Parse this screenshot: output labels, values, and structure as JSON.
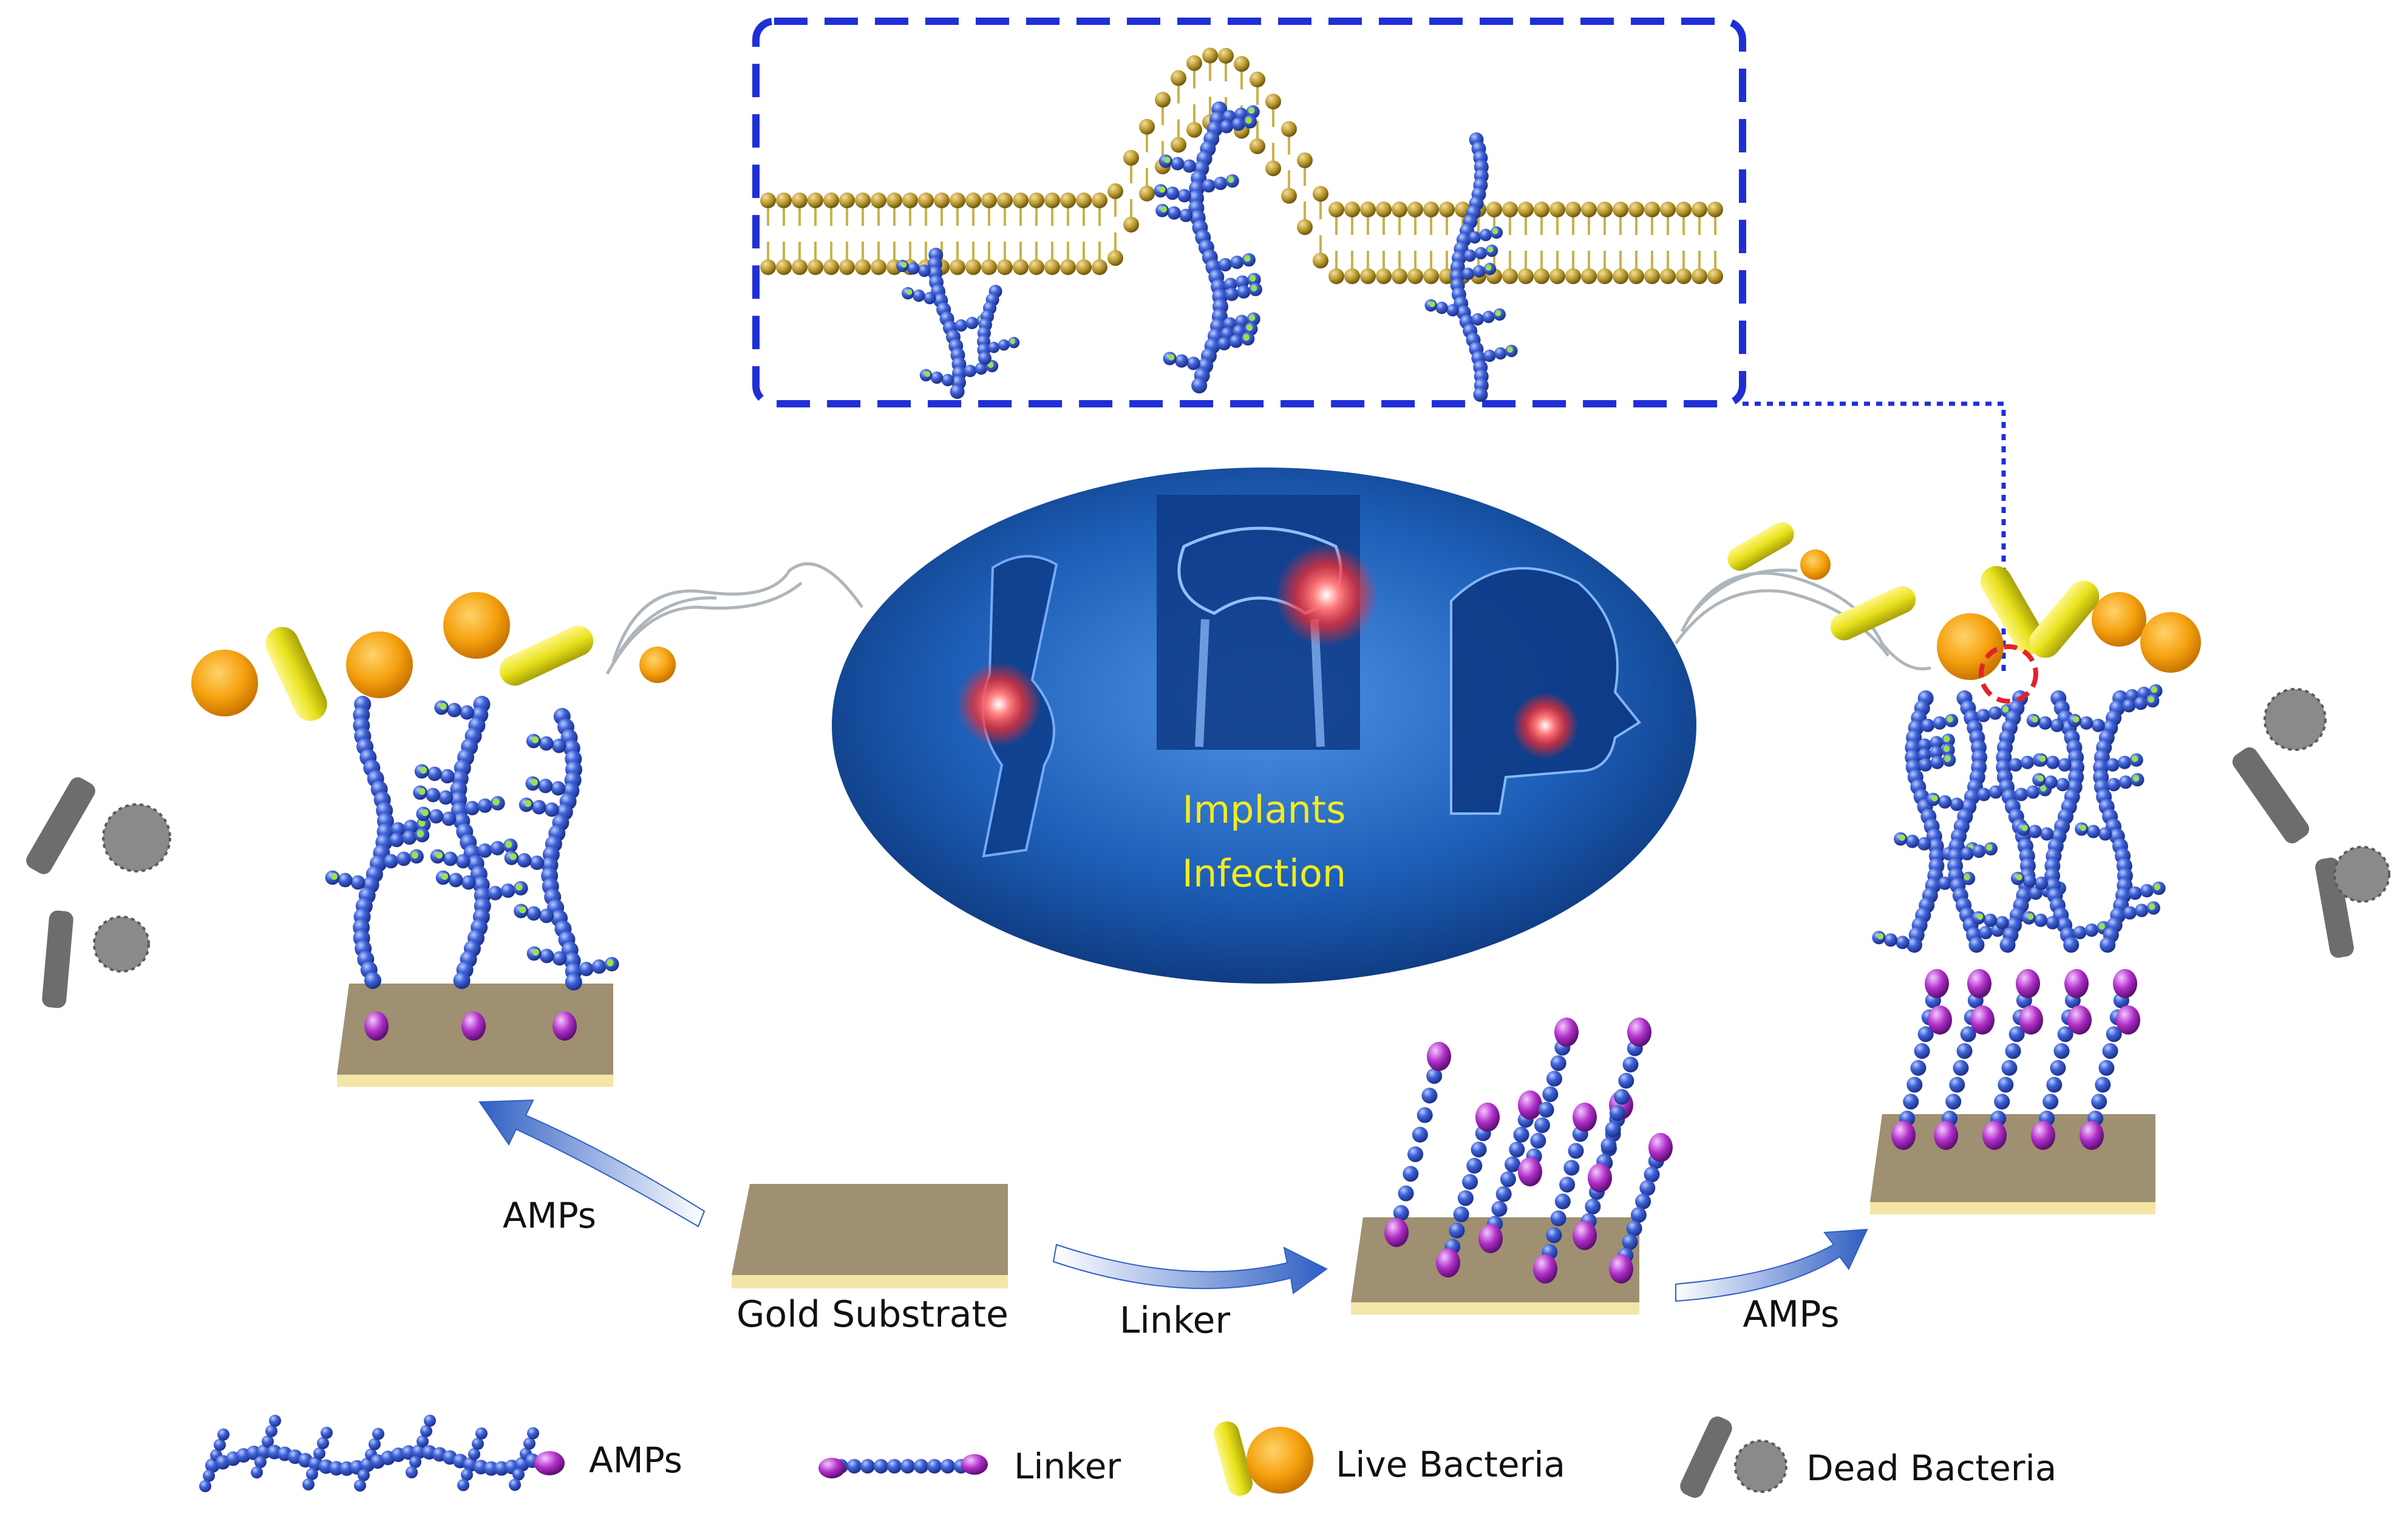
{
  "center": {
    "line1": "Implants",
    "line2": "Infection"
  },
  "process": {
    "substrate_label": "Gold Substrate",
    "linker_step_label": "Linker",
    "amps_left_label": "AMPs",
    "amps_right_label": "AMPs"
  },
  "legend": {
    "amps": "AMPs",
    "linker": "Linker",
    "live_bacteria": "Live Bacteria",
    "dead_bacteria": "Dead Bacteria"
  },
  "colors": {
    "inset_border": "#1f2fd6",
    "membrane_head": "#b8962a",
    "membrane_tail": "#c9b24a",
    "peptide_bead": "#3457c9",
    "linker_anchor": "#b02fc9",
    "substrate_top": "#9e9070",
    "substrate_edge": "#f3e6a6",
    "bacteria_sphere": "#f5a10f",
    "bacteria_rod": "#e8e21c",
    "dead_bacteria": "#6d6d6d",
    "ellipse_fill": "#1d5fb8",
    "hotspot": "#ff2a2a",
    "center_text": "#f2ec1f"
  }
}
